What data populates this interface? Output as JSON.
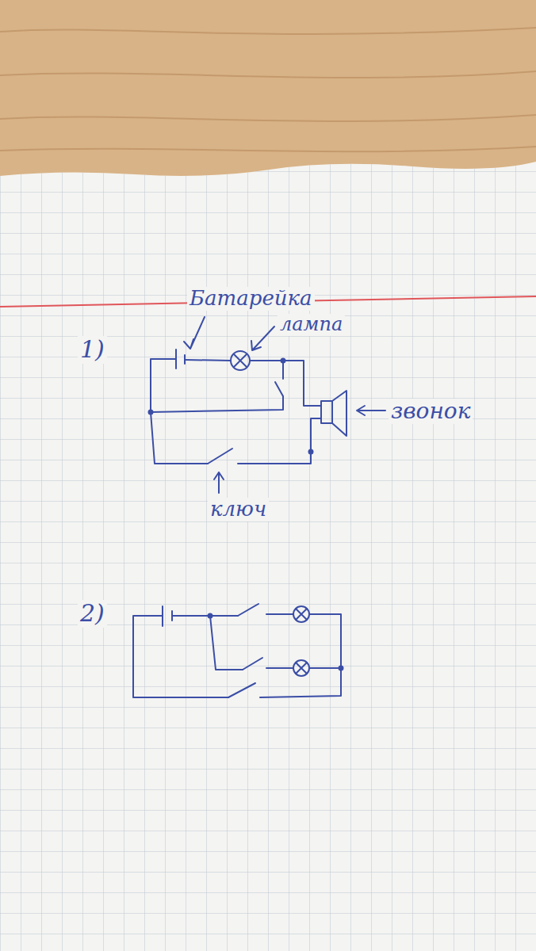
{
  "diagram": {
    "labels": [
      "1)",
      "Батарейка",
      "лампа",
      "звонок",
      "ключ",
      "2)"
    ]
  }
}
